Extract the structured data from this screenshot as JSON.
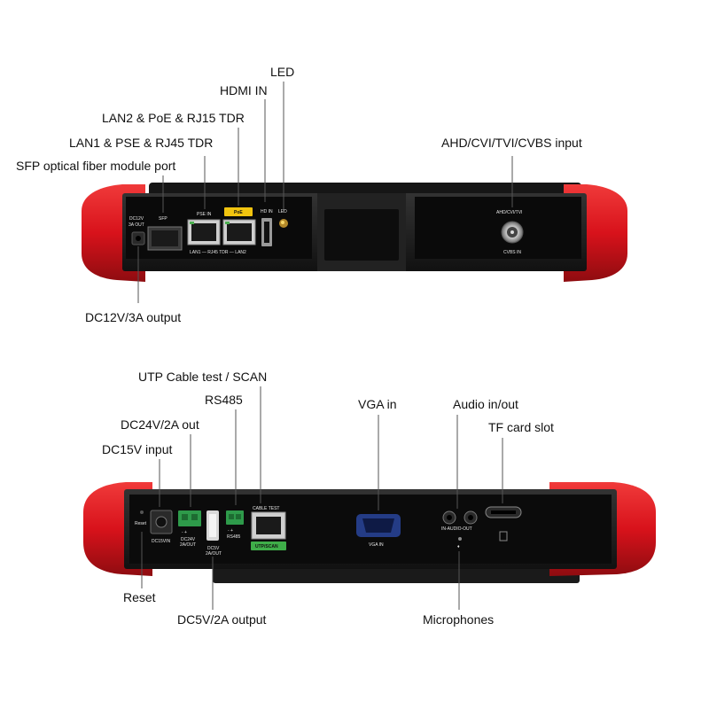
{
  "callouts_top": {
    "led": "LED",
    "hdmi_in": "HDMI IN",
    "lan2": "LAN2 & PoE & RJ15 TDR",
    "lan1": "LAN1 & PSE & RJ45 TDR",
    "sfp": "SFP optical fiber module port",
    "ahd": "AHD/CVI/TVI/CVBS input",
    "dc12": "DC12V/3A output"
  },
  "callouts_bottom": {
    "utp": "UTP Cable test / SCAN",
    "rs485": "RS485",
    "dc24": "DC24V/2A out",
    "dc15": "DC15V input",
    "vga": "VGA in",
    "audio": "Audio in/out",
    "tf": "TF card slot",
    "reset": "Reset",
    "dc5": "DC5V/2A output",
    "mic": "Microphones"
  },
  "panel_top": {
    "dc12": "DC12V",
    "dc12b": "3A OUT",
    "sfp": "SFP",
    "pse_in": "PSE IN",
    "poe": "PoE",
    "hd_in": "HD IN",
    "led": "LED",
    "lan_strip": "LAN1 — RJ45 TDR — LAN2",
    "ahd": "AHD/CVI/TVI",
    "cvbs": "CVBS IN"
  },
  "panel_bottom": {
    "reset": "Reset",
    "dc15": "DC15VIN",
    "dc24": "DC24V",
    "dc24b": "2A/OUT",
    "dc5": "DC5V",
    "dc5b": "2A/OUT",
    "rs485": "RS485",
    "cable_test": "CABLE TEST",
    "utp_scan": "UTP/SCAN",
    "vga_in": "VGA IN",
    "audio": "IN-AUDIO-OUT"
  },
  "colors": {
    "rubber": "#d8121b",
    "panel": "#1b1b1b",
    "plate": "#0b0b0b",
    "poe_badge": "#f1c40f",
    "utp_badge": "#3fae49",
    "terminal": "#2e9a4a"
  }
}
